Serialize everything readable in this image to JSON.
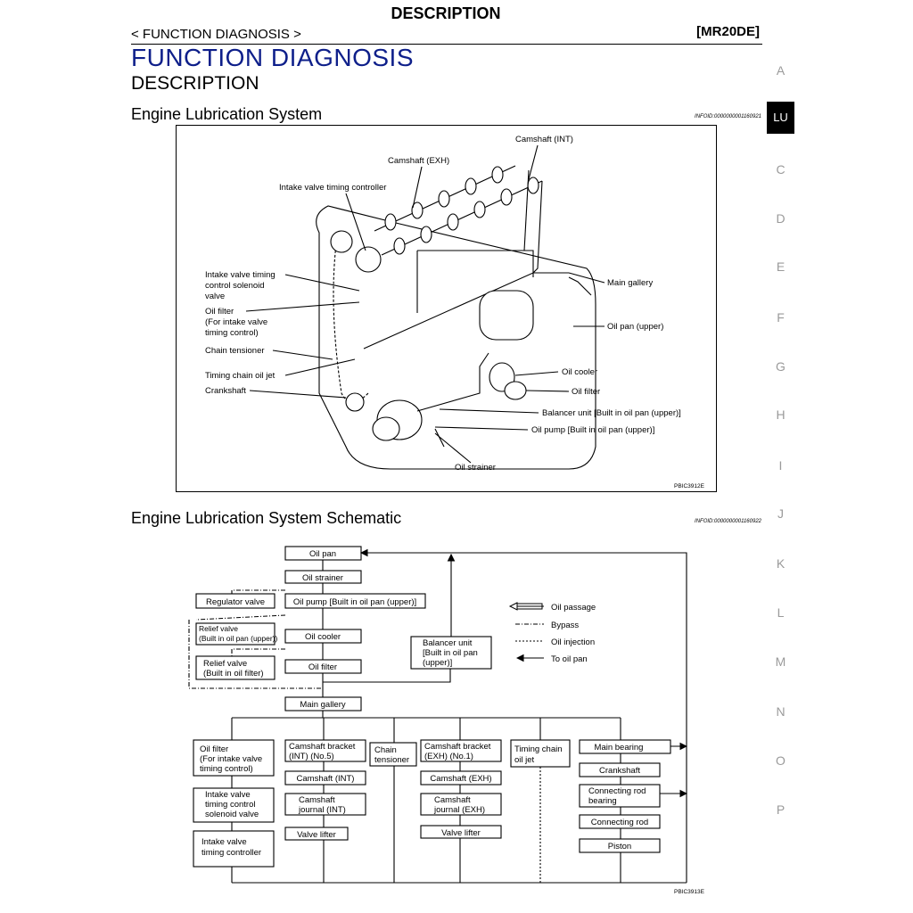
{
  "header": {
    "top_title": "DESCRIPTION",
    "breadcrumb": "< FUNCTION DIAGNOSIS >",
    "model": "[MR20DE]"
  },
  "page": {
    "title": "FUNCTION DIAGNOSIS",
    "subtitle": "DESCRIPTION"
  },
  "side_tabs": [
    "A",
    "LU",
    "C",
    "D",
    "E",
    "F",
    "G",
    "H",
    "I",
    "J",
    "K",
    "L",
    "M",
    "N",
    "O",
    "P"
  ],
  "section1": {
    "title": "Engine Lubrication System",
    "infoid": "INFOID:0000000001160921",
    "figure_code": "PBIC3912E",
    "labels": {
      "camshaft_int": "Camshaft (INT)",
      "camshaft_exh": "Camshaft (EXH)",
      "ivtc": "Intake valve timing controller",
      "ivtc_sol_1": "Intake valve timing",
      "ivtc_sol_2": "control solenoid",
      "ivtc_sol_3": "valve",
      "oil_filter_iv_1": "Oil filter",
      "oil_filter_iv_2": "(For intake valve",
      "oil_filter_iv_3": "timing control)",
      "chain_tensioner": "Chain tensioner",
      "timing_chain_jet": "Timing chain oil jet",
      "crankshaft": "Crankshaft",
      "main_gallery": "Main gallery",
      "oil_pan_upper": "Oil pan (upper)",
      "oil_cooler": "Oil cooler",
      "oil_filter": "Oil filter",
      "balancer_unit": "Balancer unit [Built in oil pan (upper)]",
      "oil_pump": "Oil pump [Built in oil pan (upper)]",
      "oil_strainer": "Oil strainer"
    }
  },
  "section2": {
    "title": "Engine Lubrication System Schematic",
    "infoid": "INFOID:0000000001160922",
    "figure_code": "PBIC3913E",
    "boxes": {
      "oil_pan": "Oil pan",
      "oil_strainer": "Oil strainer",
      "regulator_valve": "Regulator valve",
      "oil_pump": "Oil pump [Built in oil pan (upper)]",
      "relief_valve_pan_1": "Relief valve",
      "relief_valve_pan_2": "(Built in oil pan (upper))",
      "oil_cooler": "Oil cooler",
      "relief_valve_filter_1": "Relief valve",
      "relief_valve_filter_2": "(Built in oil filter)",
      "oil_filter": "Oil filter",
      "balancer_1": "Balancer unit",
      "balancer_2": "[Built in oil pan",
      "balancer_3": "(upper)]",
      "main_gallery": "Main gallery",
      "of_iv_1": "Oil filter",
      "of_iv_2": "(For intake valve",
      "of_iv_3": "timing control)",
      "ivtc_sol_1": "Intake valve",
      "ivtc_sol_2": "timing control",
      "ivtc_sol_3": "solenoid valve",
      "ivtc_1": "Intake valve",
      "ivtc_2": "timing controller",
      "cam_bracket_int_1": "Camshaft bracket",
      "cam_bracket_int_2": "(INT) (No.5)",
      "camshaft_int": "Camshaft (INT)",
      "cam_journal_int_1": "Camshaft",
      "cam_journal_int_2": "journal (INT)",
      "valve_lifter_1": "Valve lifter",
      "chain_tensioner_1": "Chain",
      "chain_tensioner_2": "tensioner",
      "cam_bracket_exh_1": "Camshaft bracket",
      "cam_bracket_exh_2": "(EXH) (No.1)",
      "camshaft_exh": "Camshaft (EXH)",
      "cam_journal_exh_1": "Camshaft",
      "cam_journal_exh_2": "journal (EXH)",
      "valve_lifter_2": "Valve lifter",
      "tc_jet_1": "Timing chain",
      "tc_jet_2": "oil jet",
      "main_bearing": "Main bearing",
      "crankshaft": "Crankshaft",
      "conrod_bearing_1": "Connecting rod",
      "conrod_bearing_2": "bearing",
      "conrod": "Connecting rod",
      "piston": "Piston"
    },
    "legend": {
      "oil_passage": "Oil passage",
      "bypass": "Bypass",
      "oil_injection": "Oil injection",
      "to_oil_pan": "To oil pan"
    }
  }
}
